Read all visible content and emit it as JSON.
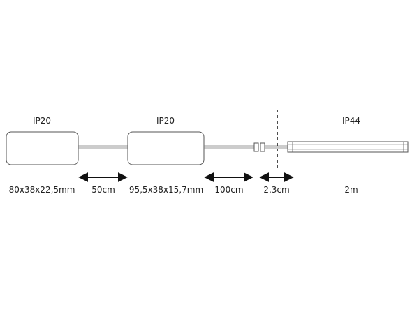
{
  "labels": {
    "ip_first": "IP20",
    "ip_second": "IP20",
    "ip_third": "IP44",
    "size_first": "80x38x22,5mm",
    "cable_first": "50cm",
    "size_second": "95,5x38x15,7mm",
    "cable_second": "100cm",
    "connector": "2,3cm",
    "strip": "2m"
  },
  "colors": {
    "stroke": "#555555",
    "arrow": "#111111",
    "text": "#222222"
  }
}
